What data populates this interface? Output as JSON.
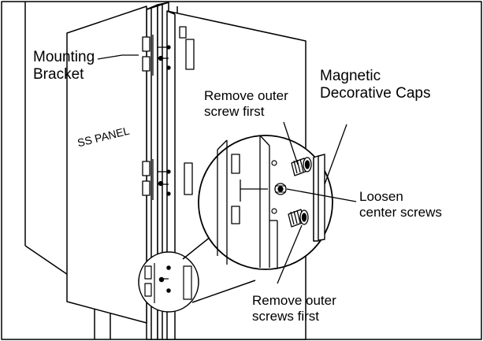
{
  "diagram": {
    "panel_label": "SS PANEL",
    "callouts": {
      "mounting_bracket": [
        "Mounting",
        "Bracket"
      ],
      "magnetic_caps": [
        "Magnetic",
        "Decorative Caps"
      ],
      "remove_outer_top": [
        "Remove outer",
        "screw first"
      ],
      "loosen_center": [
        "Loosen",
        "center screws"
      ],
      "remove_outer_bottom": [
        "Remove outer",
        "screws first"
      ]
    },
    "colors": {
      "ink": "#000000",
      "panel_fill": "#ffffff",
      "background": "#ffffff"
    }
  }
}
